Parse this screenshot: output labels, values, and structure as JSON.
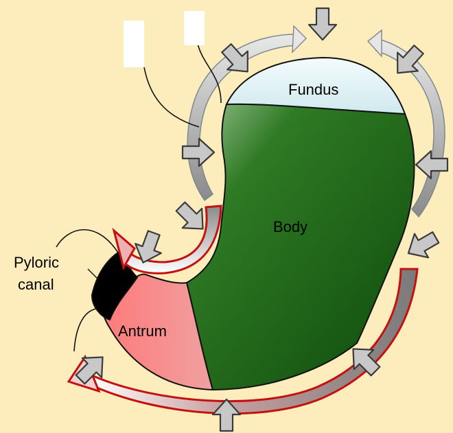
{
  "labels": {
    "fundus": "Fundus",
    "body": "Body",
    "antrum": "Antrum",
    "pyloric_line1": "Pyloric",
    "pyloric_line2": "canal"
  },
  "colors": {
    "background": "#fdedbd",
    "fundus": "#dff1f4",
    "body": "#1a5a12",
    "antrum": "#f27070",
    "pyloric": "#000000",
    "red_arrow": "#c41010",
    "grey_arrow": "#c8c8c8"
  }
}
